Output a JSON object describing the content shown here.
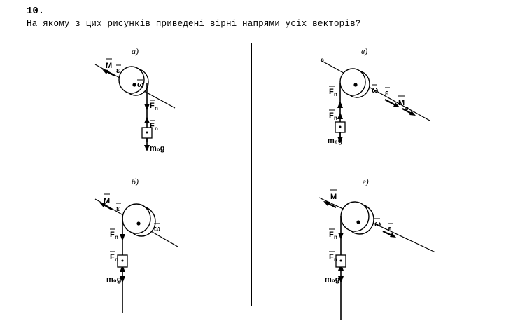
{
  "question": {
    "number": "10.",
    "text": "На якому з цих рисунків приведені вірні напрями усіх векторів?"
  },
  "figures": {
    "a": {
      "label": "а)"
    },
    "v": {
      "label": "в)"
    },
    "b": {
      "label": "б)"
    },
    "g": {
      "label": "г)"
    }
  },
  "symbols": {
    "M": "M",
    "epsilon": "ε",
    "omega": "ω",
    "F": "F",
    "sub_n": "n",
    "prime": "′",
    "m0g": "m₀g",
    "o": "o"
  }
}
